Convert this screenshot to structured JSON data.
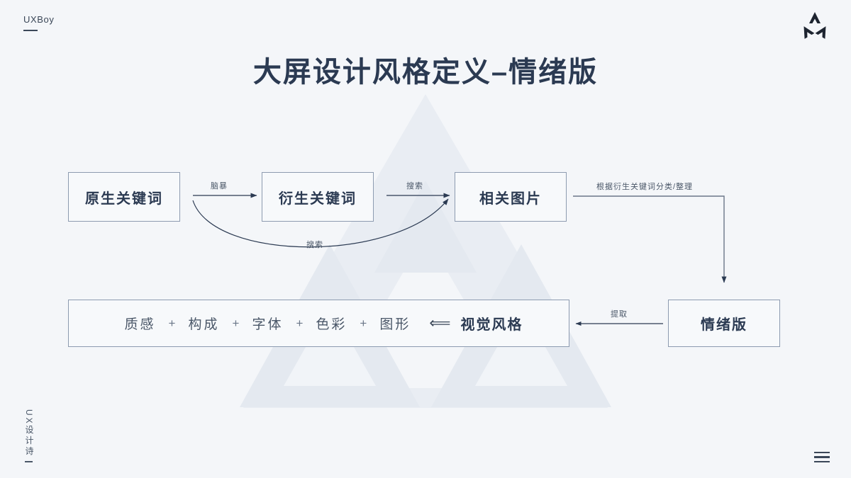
{
  "header": {
    "brand": "UXBoy",
    "logo_icon": "triangle-logo-icon",
    "title": "大屏设计风格定义–情绪版"
  },
  "colors": {
    "background": "#f4f6f9",
    "text_dark": "#2b3a52",
    "text_muted": "#4a5768",
    "border": "#8d9bb0",
    "watermark": "#e8ecf2"
  },
  "diagram": {
    "nodes": [
      {
        "id": "origin",
        "label": "原生关键词"
      },
      {
        "id": "derived",
        "label": "衍生关键词"
      },
      {
        "id": "images",
        "label": "相关图片"
      },
      {
        "id": "mood",
        "label": "情绪版"
      }
    ],
    "edges": [
      {
        "id": "brainstorm",
        "label": "脑暴"
      },
      {
        "id": "search-top",
        "label": "搜索"
      },
      {
        "id": "search-curve",
        "label": "搜索"
      },
      {
        "id": "classify",
        "label": "根据衍生关键词分类/整理"
      },
      {
        "id": "extract",
        "label": "提取"
      }
    ],
    "formula": {
      "terms": [
        "质感",
        "构成",
        "字体",
        "色彩",
        "图形"
      ],
      "plus": "+",
      "arrow": "⟸",
      "result": "视觉风格"
    }
  },
  "footer": {
    "vertical_text": "UX设计诗",
    "menu_icon": "hamburger-menu-icon"
  }
}
